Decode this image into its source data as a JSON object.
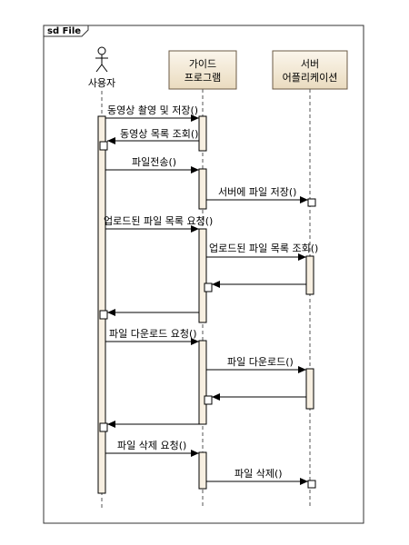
{
  "frame": {
    "tag": "sd File"
  },
  "lifelines": {
    "user": {
      "label": "사용자"
    },
    "guide": {
      "label_line1": "가이드",
      "label_line2": "프로그램"
    },
    "server": {
      "label_line1": "서버",
      "label_line2": "어플리케이션"
    }
  },
  "messages": [
    "동영상 촬영 및 저장()",
    "동영상 목록 조회()",
    "파일전송()",
    "서버에 파일 저장()",
    "업로드된 파일 목록 요청()",
    "업로드된 파일 목록 조회()",
    "파일 다운로드 요청()",
    "파일 다운로드()",
    "파일 삭제 요청()",
    "파일 삭제()"
  ],
  "colors": {
    "activation_fill": "#f7efe1",
    "head_fill": "#f4ead6",
    "line": "#000000",
    "frame_border": "#333333"
  }
}
